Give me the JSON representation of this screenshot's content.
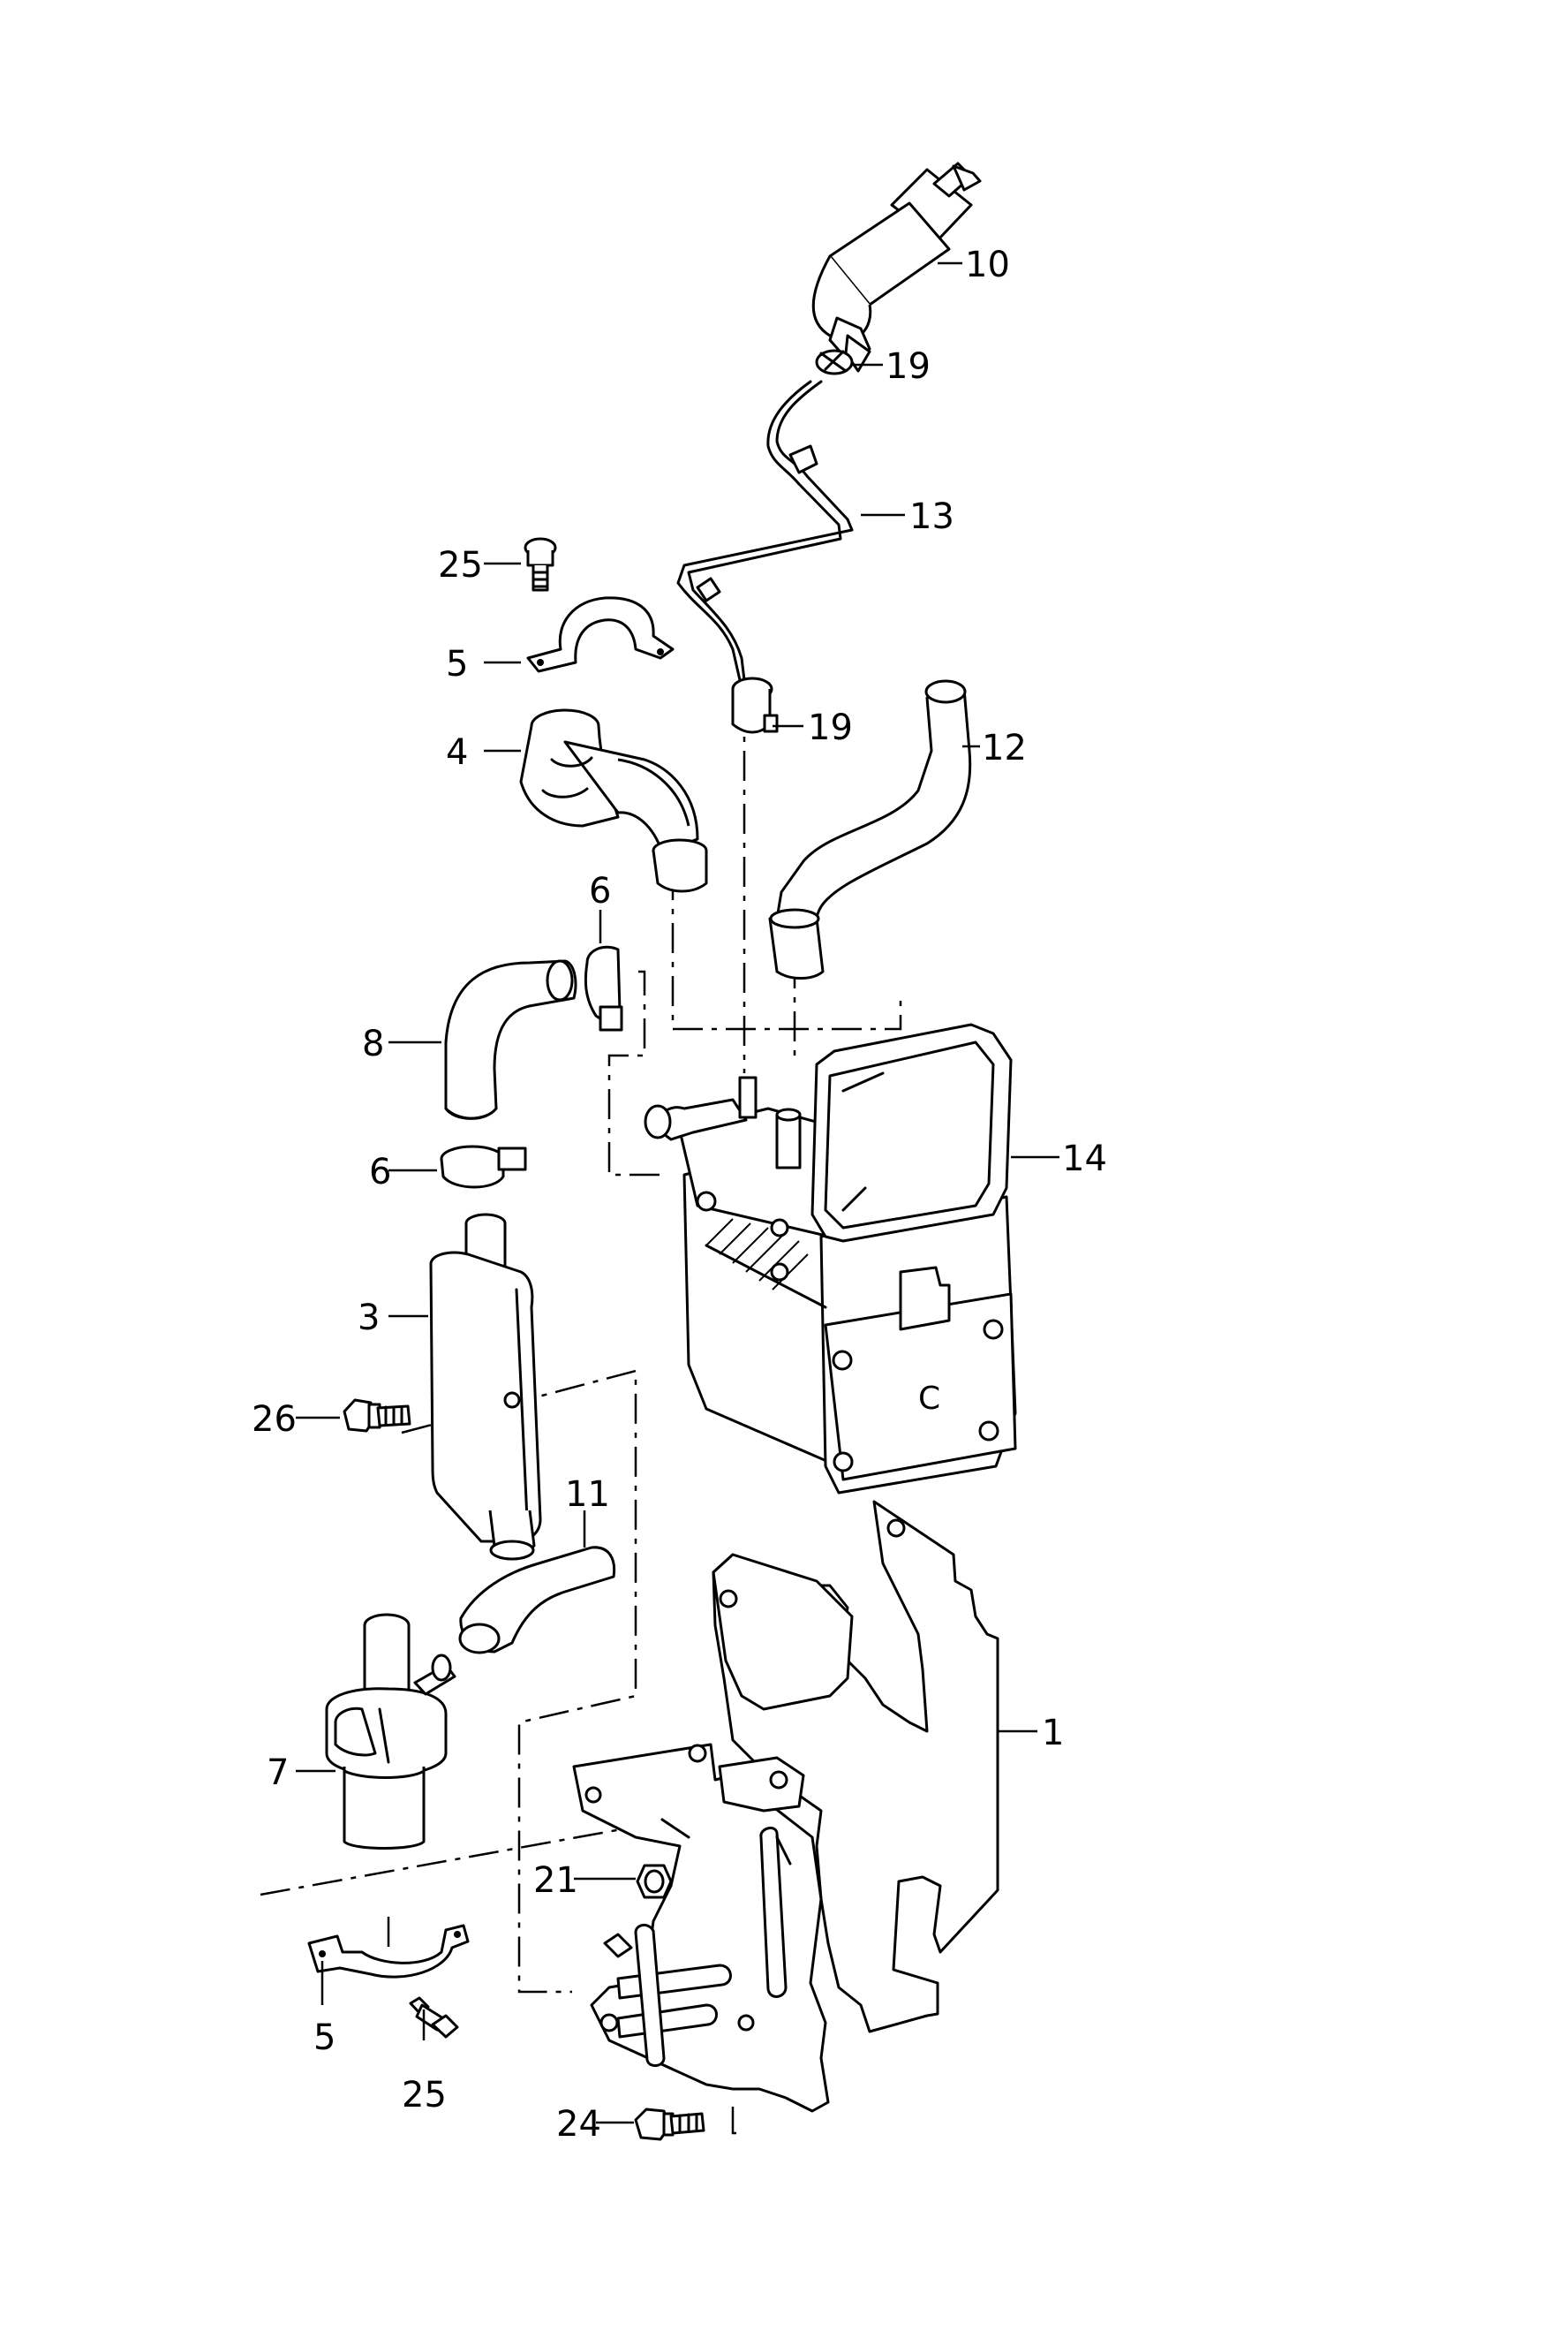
{
  "labels": {
    "p1": "1",
    "p3": "3",
    "p4": "4",
    "p5_top": "5",
    "p5_bottom": "5",
    "p6_top": "6",
    "p6_mid": "6",
    "p7": "7",
    "p8": "8",
    "p10": "10",
    "p11": "11",
    "p12": "12",
    "p13": "13",
    "p14": "14",
    "p19_top": "19",
    "p19_mid": "19",
    "p21": "21",
    "p24": "24",
    "p25_top": "25",
    "p25_bottom": "25",
    "p26": "26",
    "heater_mark": "C"
  },
  "icons": {
    "heater": "heater-unit-icon",
    "pump": "coolant-pump-icon",
    "filter": "fuel-filter-icon"
  }
}
